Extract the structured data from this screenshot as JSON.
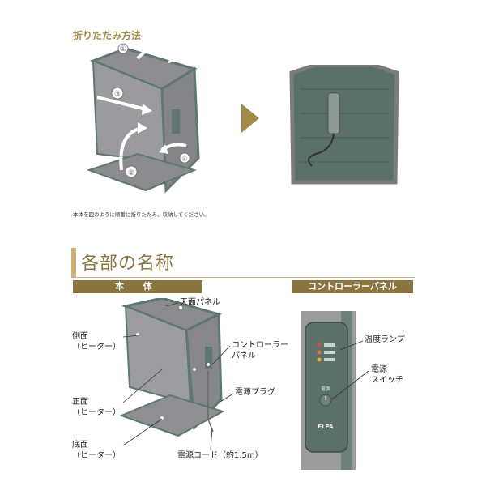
{
  "folding": {
    "title": "折りたたみ方法",
    "instruction": "本体を図のように順番に折りたたみ、収納してください。",
    "steps": [
      "①",
      "②",
      "③",
      "④"
    ]
  },
  "parts_section": {
    "title": "各部の名称",
    "body_badge": "本 体",
    "panel_badge": "コントローラーパネル"
  },
  "body_labels": {
    "top_panel": "天面パネル",
    "side_line1": "側面",
    "side_line2": "（ヒーター）",
    "front_line1": "正面",
    "front_line2": "（ヒーター）",
    "bottom_line1": "底面",
    "bottom_line2": "（ヒーター）",
    "controller_line1": "コントローラー",
    "controller_line2": "パネル",
    "plug": "電源プラグ",
    "cord": "電源コード（約1.5m）"
  },
  "panel_labels": {
    "temp_lamp": "温度ランプ",
    "switch_line1": "電源",
    "switch_line2": "スイッチ"
  },
  "controller_device": {
    "power_text": "電源",
    "brand": "ELPA"
  },
  "colors": {
    "accent_gold": "#8a7440",
    "felt_gray": "#8e8f92",
    "panel_green": "#56706a"
  }
}
